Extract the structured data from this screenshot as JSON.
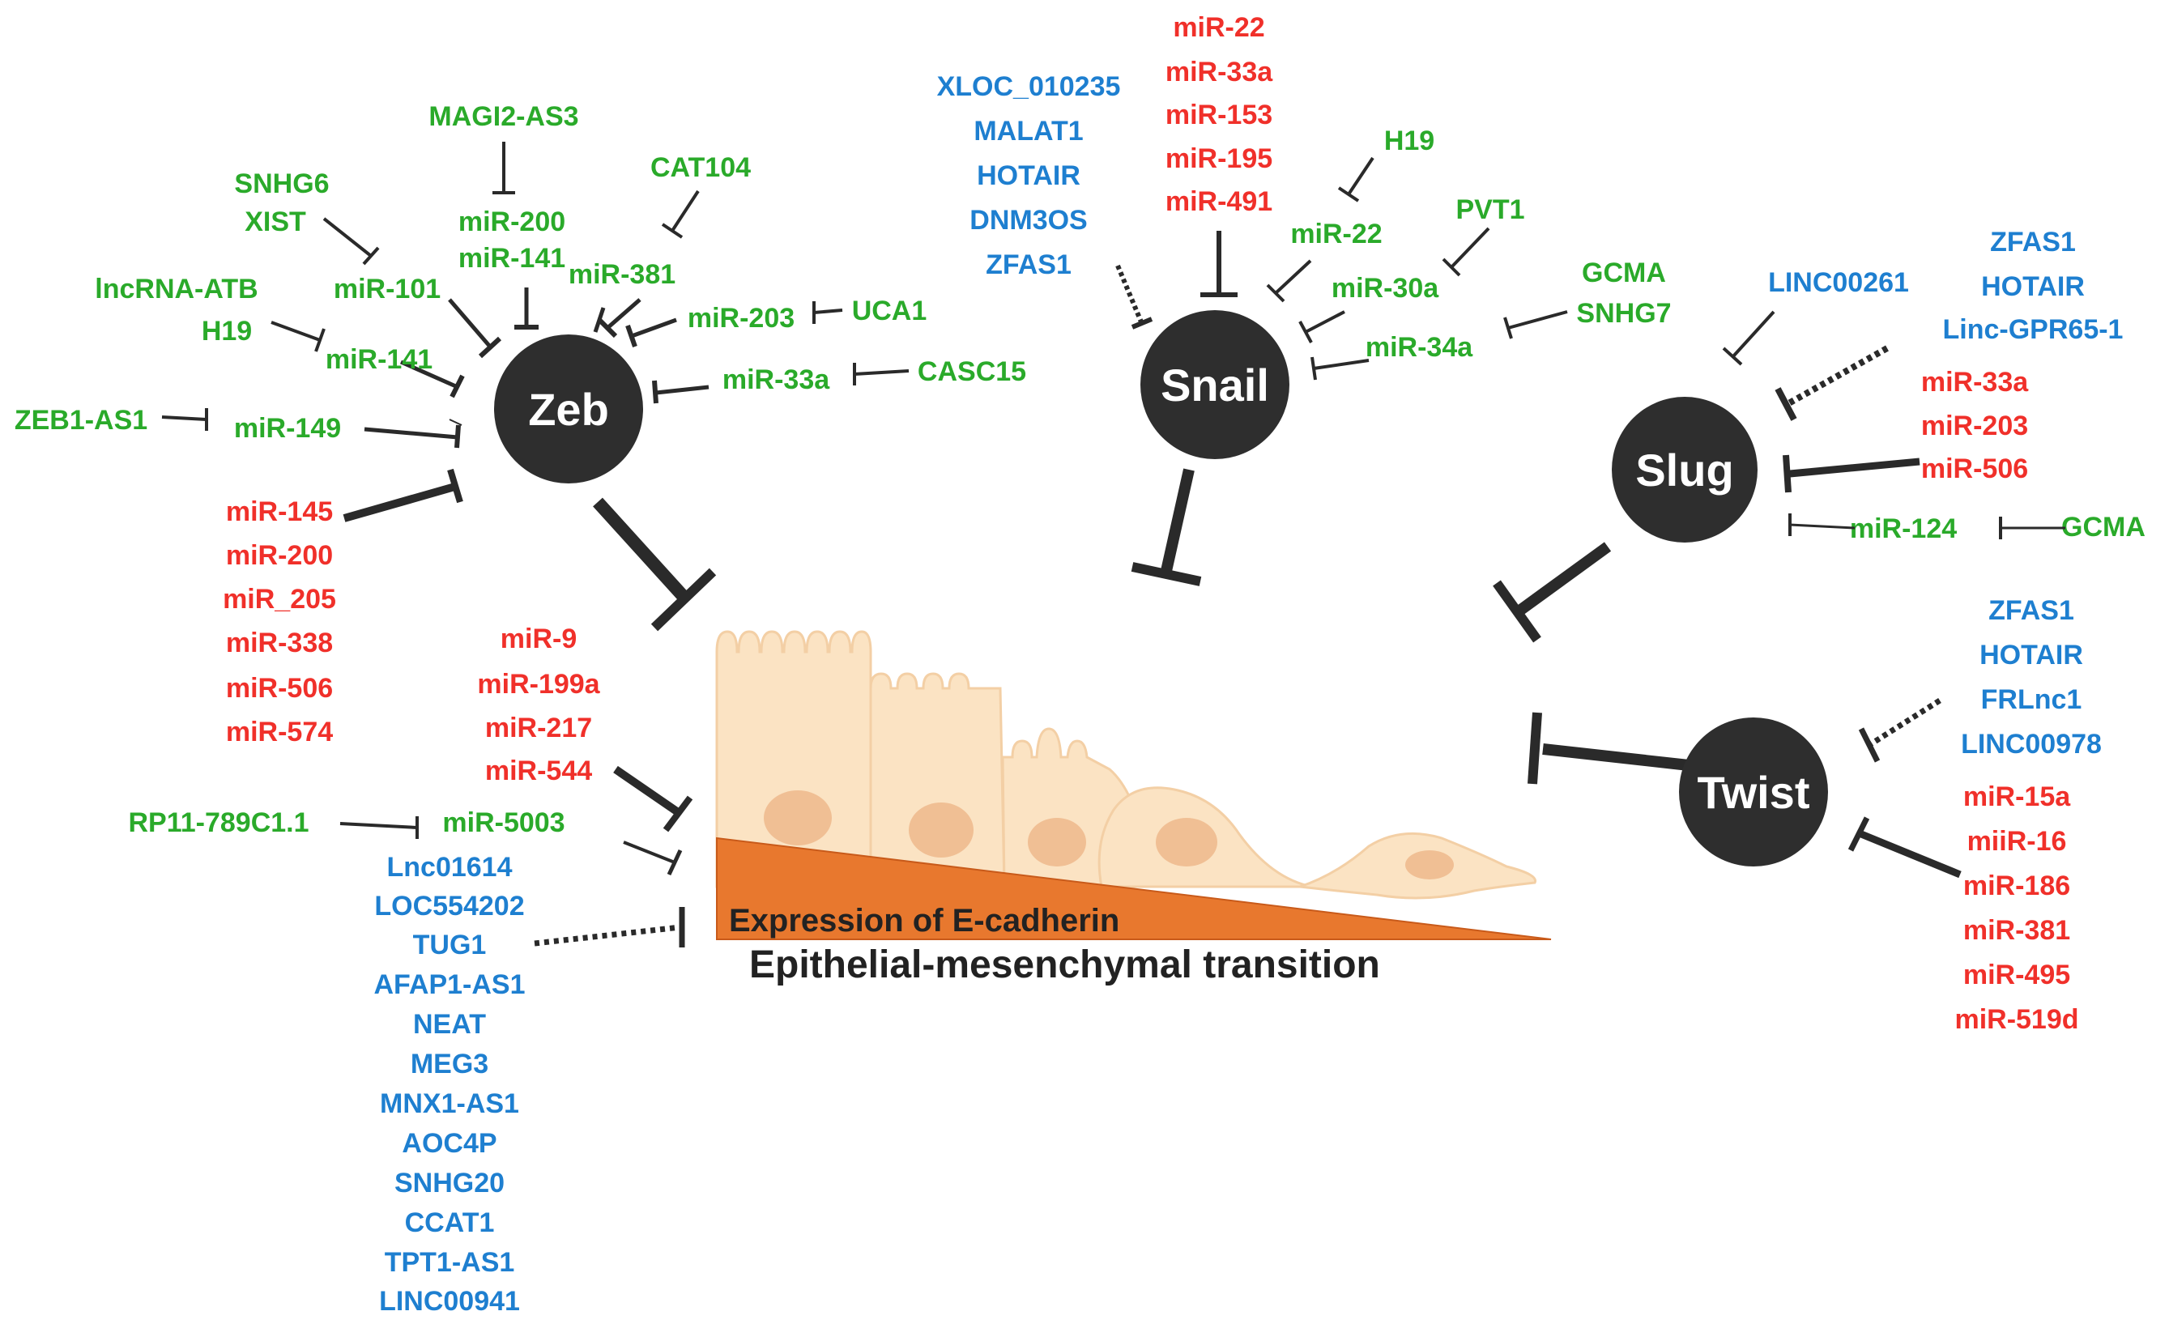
{
  "colors": {
    "mirna": "#f0302a",
    "lncrna": "#1e7fd0",
    "mixed": "#2aaa2a",
    "node": "#2e2e2e",
    "inhibitor": "#2a2a2a",
    "cell_fill": "#fbe3c3",
    "cell_stroke": "#f3cfa5",
    "nucleus": "#f0bf94",
    "wedge": "#e8782e",
    "text_dark": "#222222"
  },
  "nodes": {
    "zeb": "Zeb",
    "snail": "Snail",
    "slug": "Slug",
    "twist": "Twist"
  },
  "emt": {
    "ecadherin_label": "Expression of E-cadherin",
    "transition_label": "Epithelial-mesenchymal transition"
  },
  "labels": {
    "magi2_as3": "MAGI2-AS3",
    "cat104": "CAT104",
    "snhg6": "SNHG6",
    "xist": "XIST",
    "mir200_z": "miR-200",
    "mir141_z1": "miR-141",
    "mir381_z": "miR-381",
    "lncrna_atb": "lncRNA-ATB",
    "mir101": "miR-101",
    "h19_z": "H19",
    "mir141_z2": "miR-141",
    "mir203_z": "miR-203",
    "uca1": "UCA1",
    "mir33a_z": "miR-33a",
    "casc15": "CASC15",
    "zeb1_as1": "ZEB1-AS1",
    "mir149": "miR-149",
    "zeb_red": [
      "miR-145",
      "miR-200",
      "miR_205",
      "miR-338",
      "miR-506",
      "miR-574"
    ],
    "ecad_red": [
      "miR-9",
      "miR-199a",
      "miR-217",
      "miR-544"
    ],
    "rp11": "RP11-789C1.1",
    "mir5003": "miR-5003",
    "ecad_blue": [
      "Lnc01614",
      "LOC554202",
      "TUG1",
      "AFAP1-AS1",
      "NEAT",
      "MEG3",
      "MNX1-AS1",
      "AOC4P",
      "SNHG20",
      "CCAT1",
      "TPT1-AS1",
      "LINC00941"
    ],
    "snail_blue": [
      "XLOC_010235",
      "MALAT1",
      "HOTAIR",
      "DNM3OS",
      "ZFAS1"
    ],
    "snail_red": [
      "miR-22",
      "miR-33a",
      "miR-153",
      "miR-195",
      "miR-491"
    ],
    "h19_s": "H19",
    "mir22_s": "miR-22",
    "pvt1": "PVT1",
    "mir30a": "miR-30a",
    "gcma_s": "GCMA",
    "snhg7": "SNHG7",
    "mir34a": "miR-34a",
    "linc00261": "LINC00261",
    "slug_blue": [
      "ZFAS1",
      "HOTAIR",
      "Linc-GPR65-1"
    ],
    "slug_red": [
      "miR-33a",
      "miR-203",
      "miR-506"
    ],
    "mir124": "miR-124",
    "gcma_sl": "GCMA",
    "twist_blue": [
      "ZFAS1",
      "HOTAIR",
      "FRLnc1",
      "LINC00978"
    ],
    "twist_red": [
      "miR-15a",
      "miiR-16",
      "miR-186",
      "miR-381",
      "miR-495",
      "miR-519d"
    ]
  }
}
